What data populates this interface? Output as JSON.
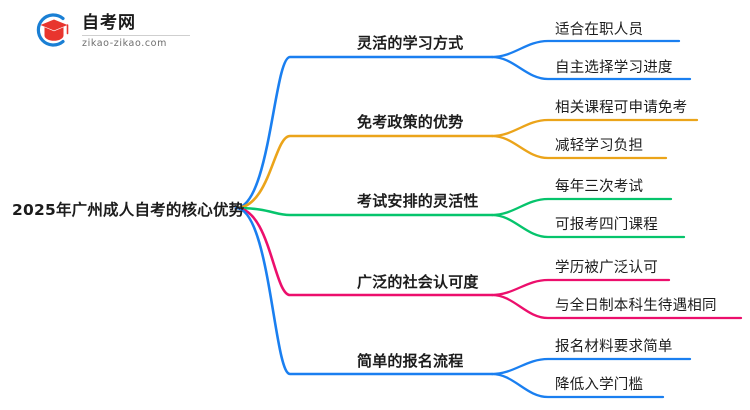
{
  "logo": {
    "name_cn": "自考网",
    "url": "zikao-zikao.com",
    "mark_icon": "graduation-cap-icon",
    "ring_color": "#1a7fd4",
    "cap_color": "#e8352e"
  },
  "mindmap": {
    "root": {
      "label": "2025年广州成人自考的核心优势"
    },
    "branches": [
      {
        "label": "灵活的学习方式",
        "color": "#1a7ff0",
        "children": [
          {
            "label": "适合在职人员"
          },
          {
            "label": "自主选择学习进度"
          }
        ]
      },
      {
        "label": "免考政策的优势",
        "color": "#eba41a",
        "children": [
          {
            "label": "相关课程可申请免考"
          },
          {
            "label": "减轻学习负担"
          }
        ]
      },
      {
        "label": "考试安排的灵活性",
        "color": "#06c46c",
        "children": [
          {
            "label": "每年三次考试"
          },
          {
            "label": "可报考四门课程"
          }
        ]
      },
      {
        "label": "广泛的社会认可度",
        "color": "#ec0f6c",
        "children": [
          {
            "label": "学历被广泛认可"
          },
          {
            "label": "与全日制本科生待遇相同"
          }
        ]
      },
      {
        "label": "简单的报名流程",
        "color": "#1a7ff0",
        "children": [
          {
            "label": "报名材料要求简单"
          },
          {
            "label": "降低入学门槛"
          }
        ]
      }
    ]
  }
}
